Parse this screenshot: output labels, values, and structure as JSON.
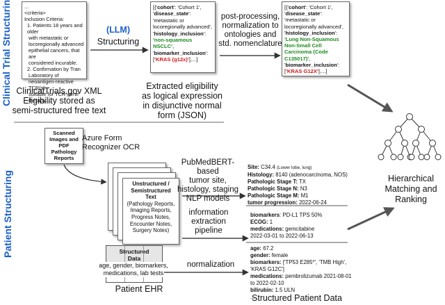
{
  "side_labels": {
    "clinical": "Clinical Trial Structuring",
    "patient": "Patient Structuring"
  },
  "xml_doc": {
    "lines": [
      "...",
      "<criteria>",
      "Inclusion Criteria:",
      "1. Patients 18 years and older",
      "with metastatic or",
      "locoregionally advanced",
      "epithelial cancers, that are",
      "considered incurable.",
      "2. Confirmation by Tran",
      "Laboratory of",
      "neoantigen-reactive TCR(s)",
      "suitable for TCR-gene",
      "therapy...."
    ]
  },
  "xml_caption": [
    "ClinicalTrials.gov XML",
    "Eligibility stored as",
    "semi-structured free text"
  ],
  "llm": {
    "tag": "(LLM)",
    "label": "Structuring"
  },
  "json1": {
    "l1": "[{'",
    "cohort_k": "cohort",
    "l1b": "': 'Cohort 1',",
    "ds_k": "disease_state",
    "ds_v": "': 'metastatic or locoregionally advanced',",
    "hi_k": "histology_inclusion",
    "hi_v": "'non-squamous NSCLC'",
    "bi_k": "biomarker_inclusion",
    "bi_v": "'KRAS (g12x)'",
    "tail": ",...]"
  },
  "json1_caption": [
    "Extracted eligibility",
    "as logical expression",
    "in disjunctive normal",
    "form (JSON)"
  ],
  "post_label": [
    "post-processing,",
    "normalization to",
    "ontologies and",
    "std. nomenclature"
  ],
  "json2": {
    "hi_v": "'Lung Non-Squamous Non-Small Cell Carcinoma (Code C135017)'",
    "bi_v": "'KRAS G12X'"
  },
  "scanned": [
    "Scanned",
    "Images and",
    "PDF",
    "Pathology",
    "Reports"
  ],
  "ocr": [
    "Azure Form",
    "Recognizer OCR"
  ],
  "unstructured": {
    "title": "Unstructured / Semistructured Text",
    "body": "(Pathology Reports, Imaging Reports, Progress Notes, Encounter Notes, Surgery Notes)"
  },
  "structured": {
    "title": [
      "Structured",
      "Data"
    ],
    "body": [
      "age, gender, biomarkers,",
      "medications, lab tests"
    ]
  },
  "ehr_caption": "Patient EHR",
  "nlp_label": [
    "PubMedBERT-based",
    "tumor site,",
    "histology, staging",
    "NLP models"
  ],
  "iep_label": [
    "information",
    "extraction",
    "pipeline"
  ],
  "norm_label": "normalization",
  "pd1": {
    "site_k": "Site:",
    "site_v": "C34.4",
    "site_s": "(Lower lobe, lung)",
    "hist_k": "Histology:",
    "hist_v": "8140 (adenocarcinoma, NOS)",
    "pt_k": "Pathologic Stage T:",
    "pt_v": "TX",
    "pn_k": "Pathologic Stage N:",
    "pn_v": "N3",
    "pm_k": "Pathologic Stage M:",
    "pm_v": "M1",
    "tp_k": "tumor progression:",
    "tp_v": "2022-06-24"
  },
  "pd2": {
    "bm_k": "biomarkers",
    "bm_v": ": PD-L1 TPS 50%",
    "ecog_k": "ECOG:",
    "ecog_v": "1",
    "med_k": "medications:",
    "med_v": "gemcitabine",
    "dates": "2022-03-01 to 2022-06-13"
  },
  "pd3": {
    "age_k": "age:",
    "age_v": "67.2",
    "g_k": "gender:",
    "g_v": "female",
    "b_k": "biomarkers:",
    "b_v": "['TP53 E285*', 'TMB High',",
    "b_v2": "'KRAS G12C']",
    "m_k": "medications:",
    "m_v": "pembrolizumab 2021-08-01",
    "m_v2": "to 2022-02-10",
    "bil_k": "bilirubin:",
    "bil_v": "1.5 ULN",
    "more": "..."
  },
  "spd_caption": "Structured Patient Data",
  "match_label": [
    "Hierarchical",
    "Matching and",
    "Ranking"
  ]
}
